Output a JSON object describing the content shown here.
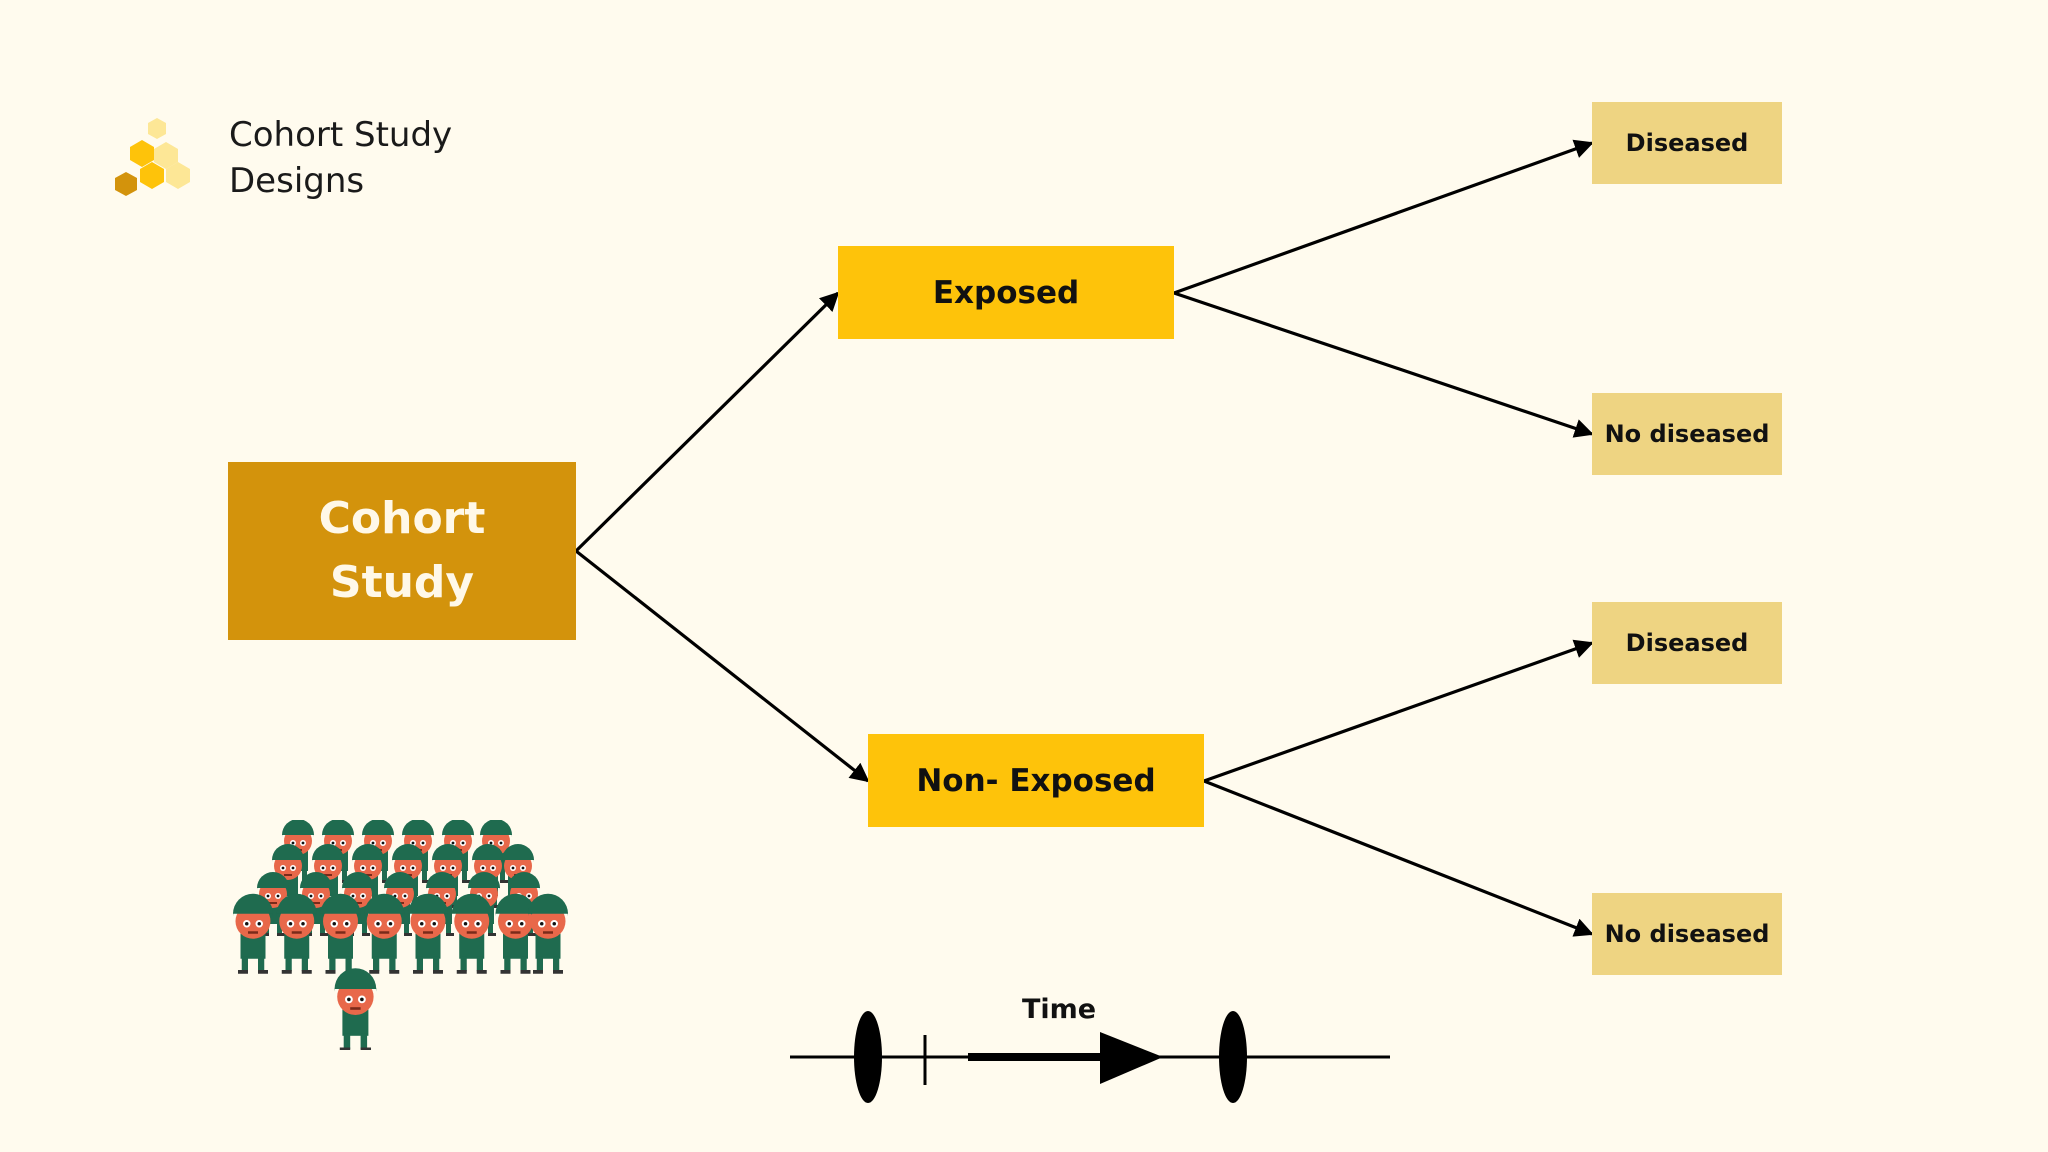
{
  "logo": {
    "icon": "hexagon-cluster-icon",
    "title_line1": "Cohort Study",
    "title_line2": "Designs"
  },
  "diagram": {
    "root": {
      "line1": "Cohort",
      "line2": "Study"
    },
    "exposed": "Exposed",
    "non_exposed": "Non- Exposed",
    "outcomes": {
      "exposed_diseased": "Diseased",
      "exposed_no_diseased": "No diseased",
      "non_exposed_diseased": "Diseased",
      "non_exposed_no_diseased": "No diseased"
    }
  },
  "timeline": {
    "label": "Time"
  },
  "colors": {
    "background": "#fffbee",
    "root_box": "#d3930c",
    "group_box": "#fec30a",
    "outcome_box": "#eed482",
    "figure_helmet": "#1f6b4f",
    "figure_face": "#e8684a"
  }
}
